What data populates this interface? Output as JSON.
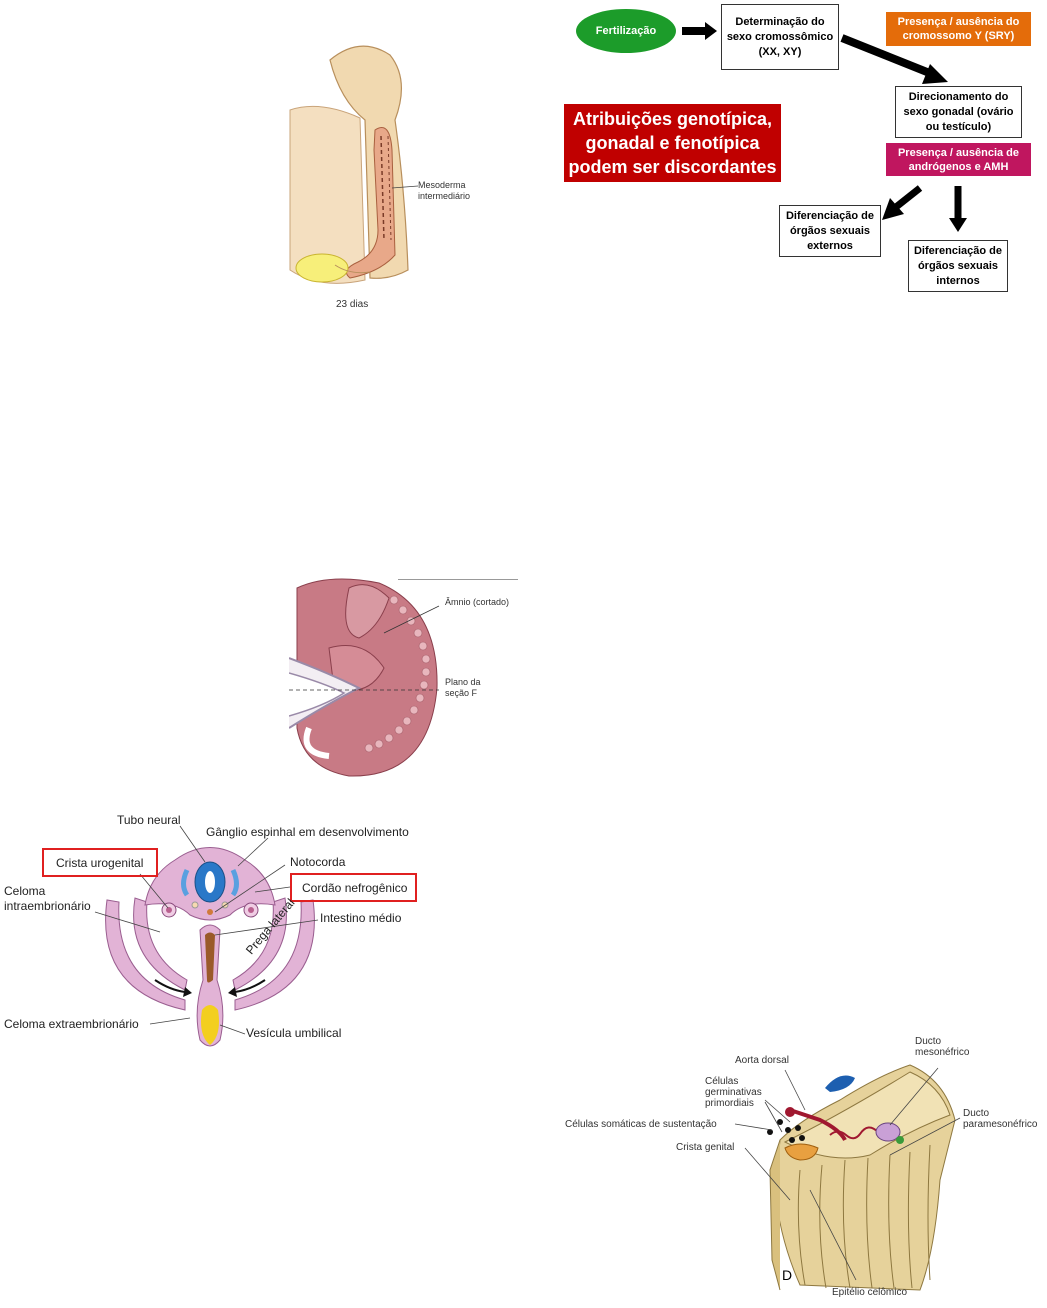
{
  "flowchart": {
    "fertilizacao": "Fertilização",
    "determinacao": "Determinação do sexo cromossômico (XX, XY)",
    "presenca_y": "Presença / ausência do cromossomo Y (SRY)",
    "direcionamento": "Direcionamento do sexo gonadal (ovário ou testículo)",
    "presenca_androgenos": "Presença / ausência de andrógenos e AMH",
    "dif_externos": "Diferenciação de órgãos sexuais externos",
    "dif_internos": "Diferenciação de órgãos sexuais internos",
    "atribuicoes": "Atribuições genotípica,\ngonadal e fenotípica\npodem ser discordantes",
    "colors": {
      "green": "#1c9c2a",
      "orange": "#e46c0a",
      "magenta": "#c0165f",
      "red": "#c00000"
    }
  },
  "fig_23_dias": {
    "mesoderma_label": "Mesoderma intermediário",
    "caption": "23 dias"
  },
  "fig_amnio": {
    "amnio_label": "Âmnio (cortado)",
    "plano_label": "Plano da seção F"
  },
  "fig_secao": {
    "tubo_neural": "Tubo neural",
    "ganglio": "Gânglio espinhal em desenvolvimento",
    "crista_urogenital": "Crista urogenital",
    "notocorda": "Notocorda",
    "celoma_intra": "Celoma intraembrionário",
    "cordao": "Cordão nefrogênico",
    "intestino": "Intestino médio",
    "prega": "Prega lateral",
    "celoma_extra": "Celoma extraembrionário",
    "vesicula": "Vesícula umbilical"
  },
  "fig_d": {
    "aorta": "Aorta dorsal",
    "ducto_meso": "Ducto mesonéfrico",
    "celulas_germ": "Células germinativas primordiais",
    "ducto_para": "Ducto paramesonéfrico",
    "celulas_som": "Células somáticas de sustentação",
    "crista_genital": "Crista genital",
    "letra": "D",
    "epitelio": "Epitélio celômico"
  }
}
